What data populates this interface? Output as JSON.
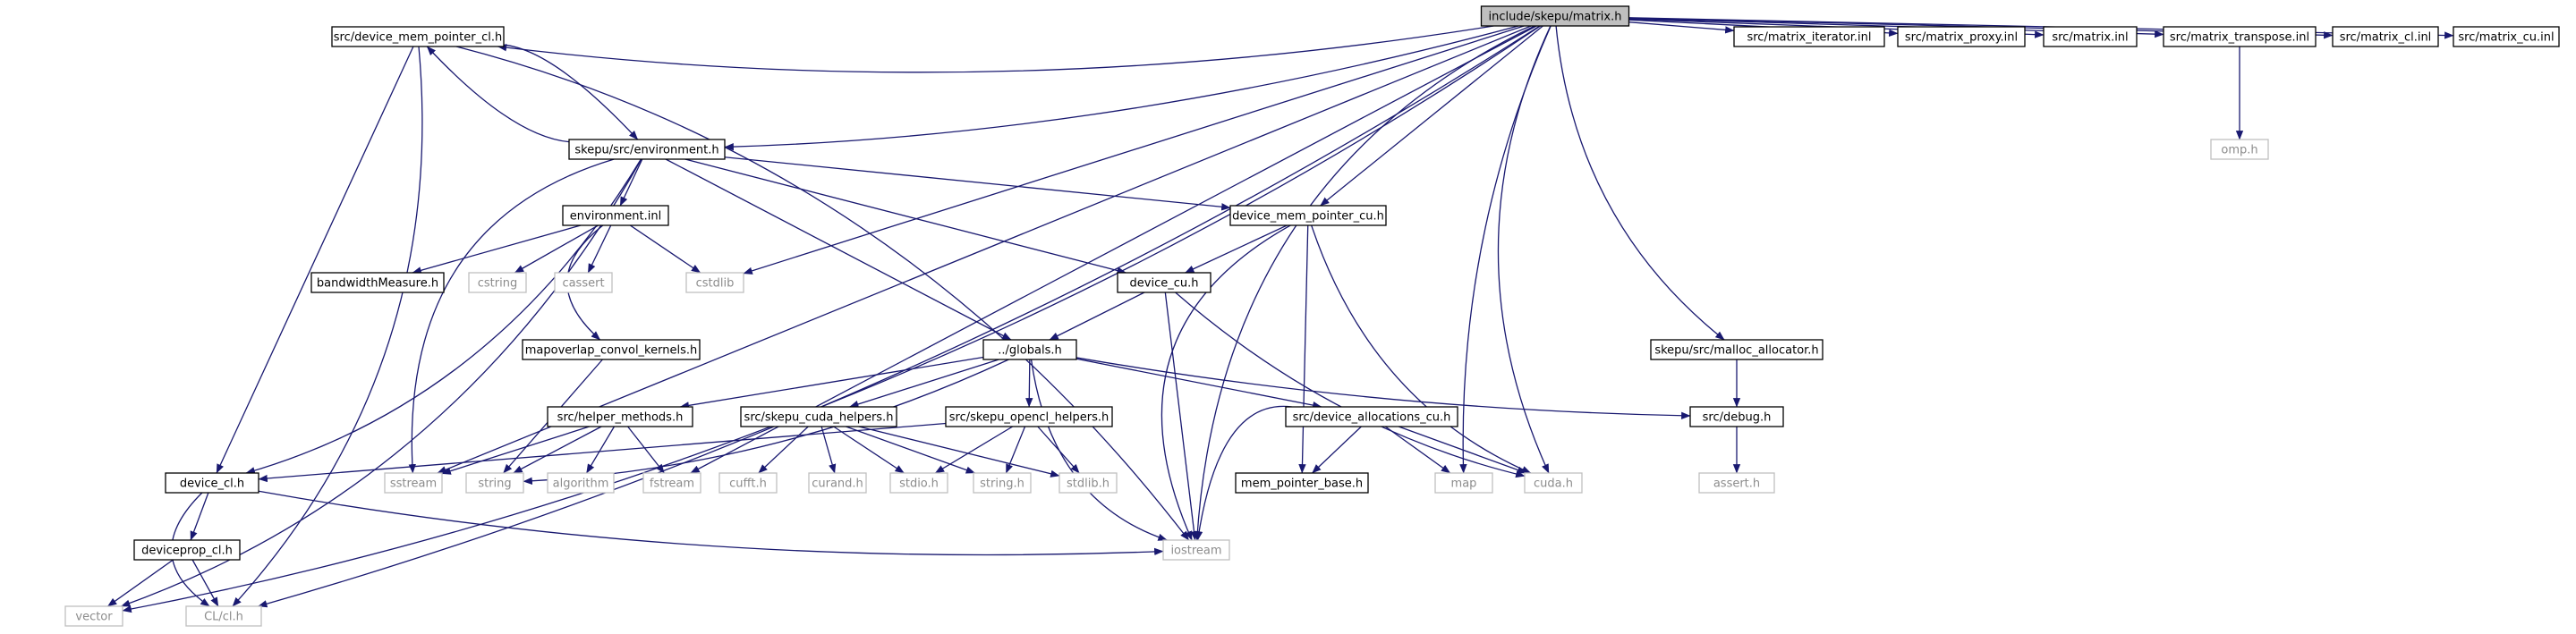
{
  "graph": {
    "title": "",
    "colors": {
      "edge": "#191970",
      "node_border": "#000000",
      "root_fill": "#bfbfbf",
      "external_border": "#bfbfbf",
      "external_text": "#8c8c8c",
      "text": "#000000",
      "background": "#ffffff"
    },
    "nodes": [
      {
        "id": "matrix_h",
        "label": "include/skepu/matrix.h",
        "kind": "root"
      },
      {
        "id": "dmp_cl",
        "label": "src/device_mem_pointer_cl.h",
        "kind": "file"
      },
      {
        "id": "env_h",
        "label": "skepu/src/environment.h",
        "kind": "file"
      },
      {
        "id": "env_inl",
        "label": "environment.inl",
        "kind": "file"
      },
      {
        "id": "bw",
        "label": "bandwidthMeasure.h",
        "kind": "file"
      },
      {
        "id": "cstring",
        "label": "cstring",
        "kind": "external"
      },
      {
        "id": "cassert",
        "label": "cassert",
        "kind": "external"
      },
      {
        "id": "cstdlib",
        "label": "cstdlib",
        "kind": "external"
      },
      {
        "id": "mapoverlap",
        "label": "mapoverlap_convol_kernels.h",
        "kind": "file"
      },
      {
        "id": "dmp_cu",
        "label": "device_mem_pointer_cu.h",
        "kind": "file"
      },
      {
        "id": "device_cu",
        "label": "device_cu.h",
        "kind": "file"
      },
      {
        "id": "globals",
        "label": "../globals.h",
        "kind": "file"
      },
      {
        "id": "helper",
        "label": "src/helper_methods.h",
        "kind": "file"
      },
      {
        "id": "cuda_helpers",
        "label": "src/skepu_cuda_helpers.h",
        "kind": "file"
      },
      {
        "id": "ocl_helpers",
        "label": "src/skepu_opencl_helpers.h",
        "kind": "file"
      },
      {
        "id": "dev_alloc",
        "label": "src/device_allocations_cu.h",
        "kind": "file"
      },
      {
        "id": "debug",
        "label": "src/debug.h",
        "kind": "file"
      },
      {
        "id": "malloc_alloc",
        "label": "skepu/src/malloc_allocator.h",
        "kind": "file"
      },
      {
        "id": "assert_h",
        "label": "assert.h",
        "kind": "external"
      },
      {
        "id": "device_cl",
        "label": "device_cl.h",
        "kind": "file"
      },
      {
        "id": "deviceprop_cl",
        "label": "deviceprop_cl.h",
        "kind": "file"
      },
      {
        "id": "vector",
        "label": "vector",
        "kind": "external"
      },
      {
        "id": "clh",
        "label": "CL/cl.h",
        "kind": "external"
      },
      {
        "id": "sstream",
        "label": "sstream",
        "kind": "external"
      },
      {
        "id": "string",
        "label": "string",
        "kind": "external"
      },
      {
        "id": "algorithm",
        "label": "algorithm",
        "kind": "external"
      },
      {
        "id": "fstream",
        "label": "fstream",
        "kind": "external"
      },
      {
        "id": "cufft",
        "label": "cufft.h",
        "kind": "external"
      },
      {
        "id": "curand",
        "label": "curand.h",
        "kind": "external"
      },
      {
        "id": "stdio",
        "label": "stdio.h",
        "kind": "external"
      },
      {
        "id": "string_h",
        "label": "string.h",
        "kind": "external"
      },
      {
        "id": "stdlib",
        "label": "stdlib.h",
        "kind": "external"
      },
      {
        "id": "mpb",
        "label": "mem_pointer_base.h",
        "kind": "file"
      },
      {
        "id": "map",
        "label": "map",
        "kind": "external"
      },
      {
        "id": "cuda_h",
        "label": "cuda.h",
        "kind": "external"
      },
      {
        "id": "iostream",
        "label": "iostream",
        "kind": "external"
      },
      {
        "id": "iterator",
        "label": "src/matrix_iterator.inl",
        "kind": "file"
      },
      {
        "id": "proxy",
        "label": "src/matrix_proxy.inl",
        "kind": "file"
      },
      {
        "id": "matrix_inl",
        "label": "src/matrix.inl",
        "kind": "file"
      },
      {
        "id": "transpose",
        "label": "src/matrix_transpose.inl",
        "kind": "file"
      },
      {
        "id": "omp",
        "label": "omp.h",
        "kind": "external"
      },
      {
        "id": "matrix_cl",
        "label": "src/matrix_cl.inl",
        "kind": "file"
      },
      {
        "id": "matrix_cu",
        "label": "src/matrix_cu.inl",
        "kind": "file"
      }
    ],
    "edges": [
      [
        "matrix_h",
        "dmp_cl"
      ],
      [
        "matrix_h",
        "env_h"
      ],
      [
        "matrix_h",
        "cstdlib"
      ],
      [
        "matrix_h",
        "vector"
      ],
      [
        "matrix_h",
        "clh"
      ],
      [
        "matrix_h",
        "sstream"
      ],
      [
        "matrix_h",
        "fstream"
      ],
      [
        "matrix_h",
        "dmp_cu"
      ],
      [
        "matrix_h",
        "malloc_alloc"
      ],
      [
        "matrix_h",
        "map"
      ],
      [
        "matrix_h",
        "cuda_h"
      ],
      [
        "matrix_h",
        "iostream"
      ],
      [
        "matrix_h",
        "iterator"
      ],
      [
        "matrix_h",
        "proxy"
      ],
      [
        "matrix_h",
        "matrix_inl"
      ],
      [
        "matrix_h",
        "transpose"
      ],
      [
        "matrix_h",
        "matrix_cl"
      ],
      [
        "matrix_h",
        "matrix_cu"
      ],
      [
        "dmp_cl",
        "env_h"
      ],
      [
        "dmp_cl",
        "device_cl"
      ],
      [
        "dmp_cl",
        "clh"
      ],
      [
        "dmp_cl",
        "iostream"
      ],
      [
        "env_h",
        "dmp_cl"
      ],
      [
        "env_h",
        "env_inl"
      ],
      [
        "env_h",
        "vector"
      ],
      [
        "env_h",
        "device_cl"
      ],
      [
        "env_h",
        "sstream"
      ],
      [
        "env_h",
        "globals"
      ],
      [
        "env_h",
        "dmp_cu"
      ],
      [
        "env_h",
        "device_cu"
      ],
      [
        "env_inl",
        "bw"
      ],
      [
        "env_inl",
        "cstring"
      ],
      [
        "env_inl",
        "cassert"
      ],
      [
        "env_inl",
        "cstdlib"
      ],
      [
        "env_inl",
        "mapoverlap"
      ],
      [
        "mapoverlap",
        "string"
      ],
      [
        "dmp_cu",
        "device_cu"
      ],
      [
        "dmp_cu",
        "mpb"
      ],
      [
        "dmp_cu",
        "cuda_h"
      ],
      [
        "dmp_cu",
        "iostream"
      ],
      [
        "device_cu",
        "globals"
      ],
      [
        "device_cu",
        "iostream"
      ],
      [
        "device_cu",
        "cuda_h"
      ],
      [
        "globals",
        "helper"
      ],
      [
        "globals",
        "cuda_helpers"
      ],
      [
        "globals",
        "ocl_helpers"
      ],
      [
        "globals",
        "dev_alloc"
      ],
      [
        "globals",
        "debug"
      ],
      [
        "globals",
        "string"
      ],
      [
        "globals",
        "iostream"
      ],
      [
        "helper",
        "sstream"
      ],
      [
        "helper",
        "string"
      ],
      [
        "helper",
        "algorithm"
      ],
      [
        "helper",
        "fstream"
      ],
      [
        "cuda_helpers",
        "cufft"
      ],
      [
        "cuda_helpers",
        "curand"
      ],
      [
        "cuda_helpers",
        "stdio"
      ],
      [
        "cuda_helpers",
        "string_h"
      ],
      [
        "cuda_helpers",
        "stdlib"
      ],
      [
        "ocl_helpers",
        "device_cl"
      ],
      [
        "ocl_helpers",
        "stdio"
      ],
      [
        "ocl_helpers",
        "string_h"
      ],
      [
        "ocl_helpers",
        "stdlib"
      ],
      [
        "dev_alloc",
        "mpb"
      ],
      [
        "dev_alloc",
        "map"
      ],
      [
        "dev_alloc",
        "cuda_h"
      ],
      [
        "dev_alloc",
        "iostream"
      ],
      [
        "debug",
        "assert_h"
      ],
      [
        "malloc_alloc",
        "debug"
      ],
      [
        "device_cl",
        "deviceprop_cl"
      ],
      [
        "device_cl",
        "clh"
      ],
      [
        "device_cl",
        "iostream"
      ],
      [
        "deviceprop_cl",
        "vector"
      ],
      [
        "deviceprop_cl",
        "clh"
      ],
      [
        "transpose",
        "omp"
      ]
    ]
  }
}
